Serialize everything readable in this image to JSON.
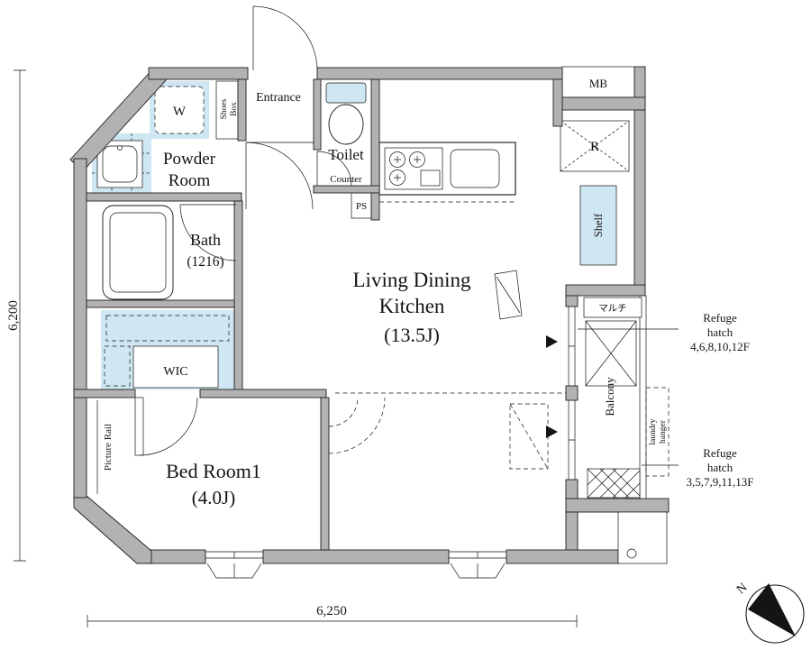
{
  "colors": {
    "wall": "#b2b2b2",
    "blue": "#cfe7f2"
  },
  "rooms": {
    "powder_line1": "Powder",
    "powder_line2": "Room",
    "entrance": "Entrance",
    "toilet": "Toilet",
    "bath_name": "Bath",
    "bath_size": "(1216)",
    "wic": "WIC",
    "ldk_line1": "Living Dining",
    "ldk_line2": "Kitchen",
    "ldk_size": "(13.5J)",
    "bedroom_name": "Bed Room1",
    "bedroom_size": "(4.0J)",
    "balcony": "Balcony"
  },
  "fixtures": {
    "washer": "W",
    "shoes_line1": "Shoes",
    "shoes_line2": "Box",
    "counter": "Counter",
    "ps": "PS",
    "mb": "MB",
    "fridge": "R",
    "shelf": "Shelf",
    "multi": "マルチ",
    "laundry_line1": "laundry",
    "laundry_line2": "hanger",
    "picture_rail": "Picture Rail"
  },
  "annotations": {
    "refuge_top_1": "Refuge",
    "refuge_top_2": "hatch",
    "refuge_top_3": "4,6,8,10,12F",
    "refuge_bot_1": "Refuge",
    "refuge_bot_2": "hatch",
    "refuge_bot_3": "3,5,7,9,11,13F",
    "north": "N"
  },
  "dimensions": {
    "vertical": "6,200",
    "horizontal": "6,250"
  }
}
